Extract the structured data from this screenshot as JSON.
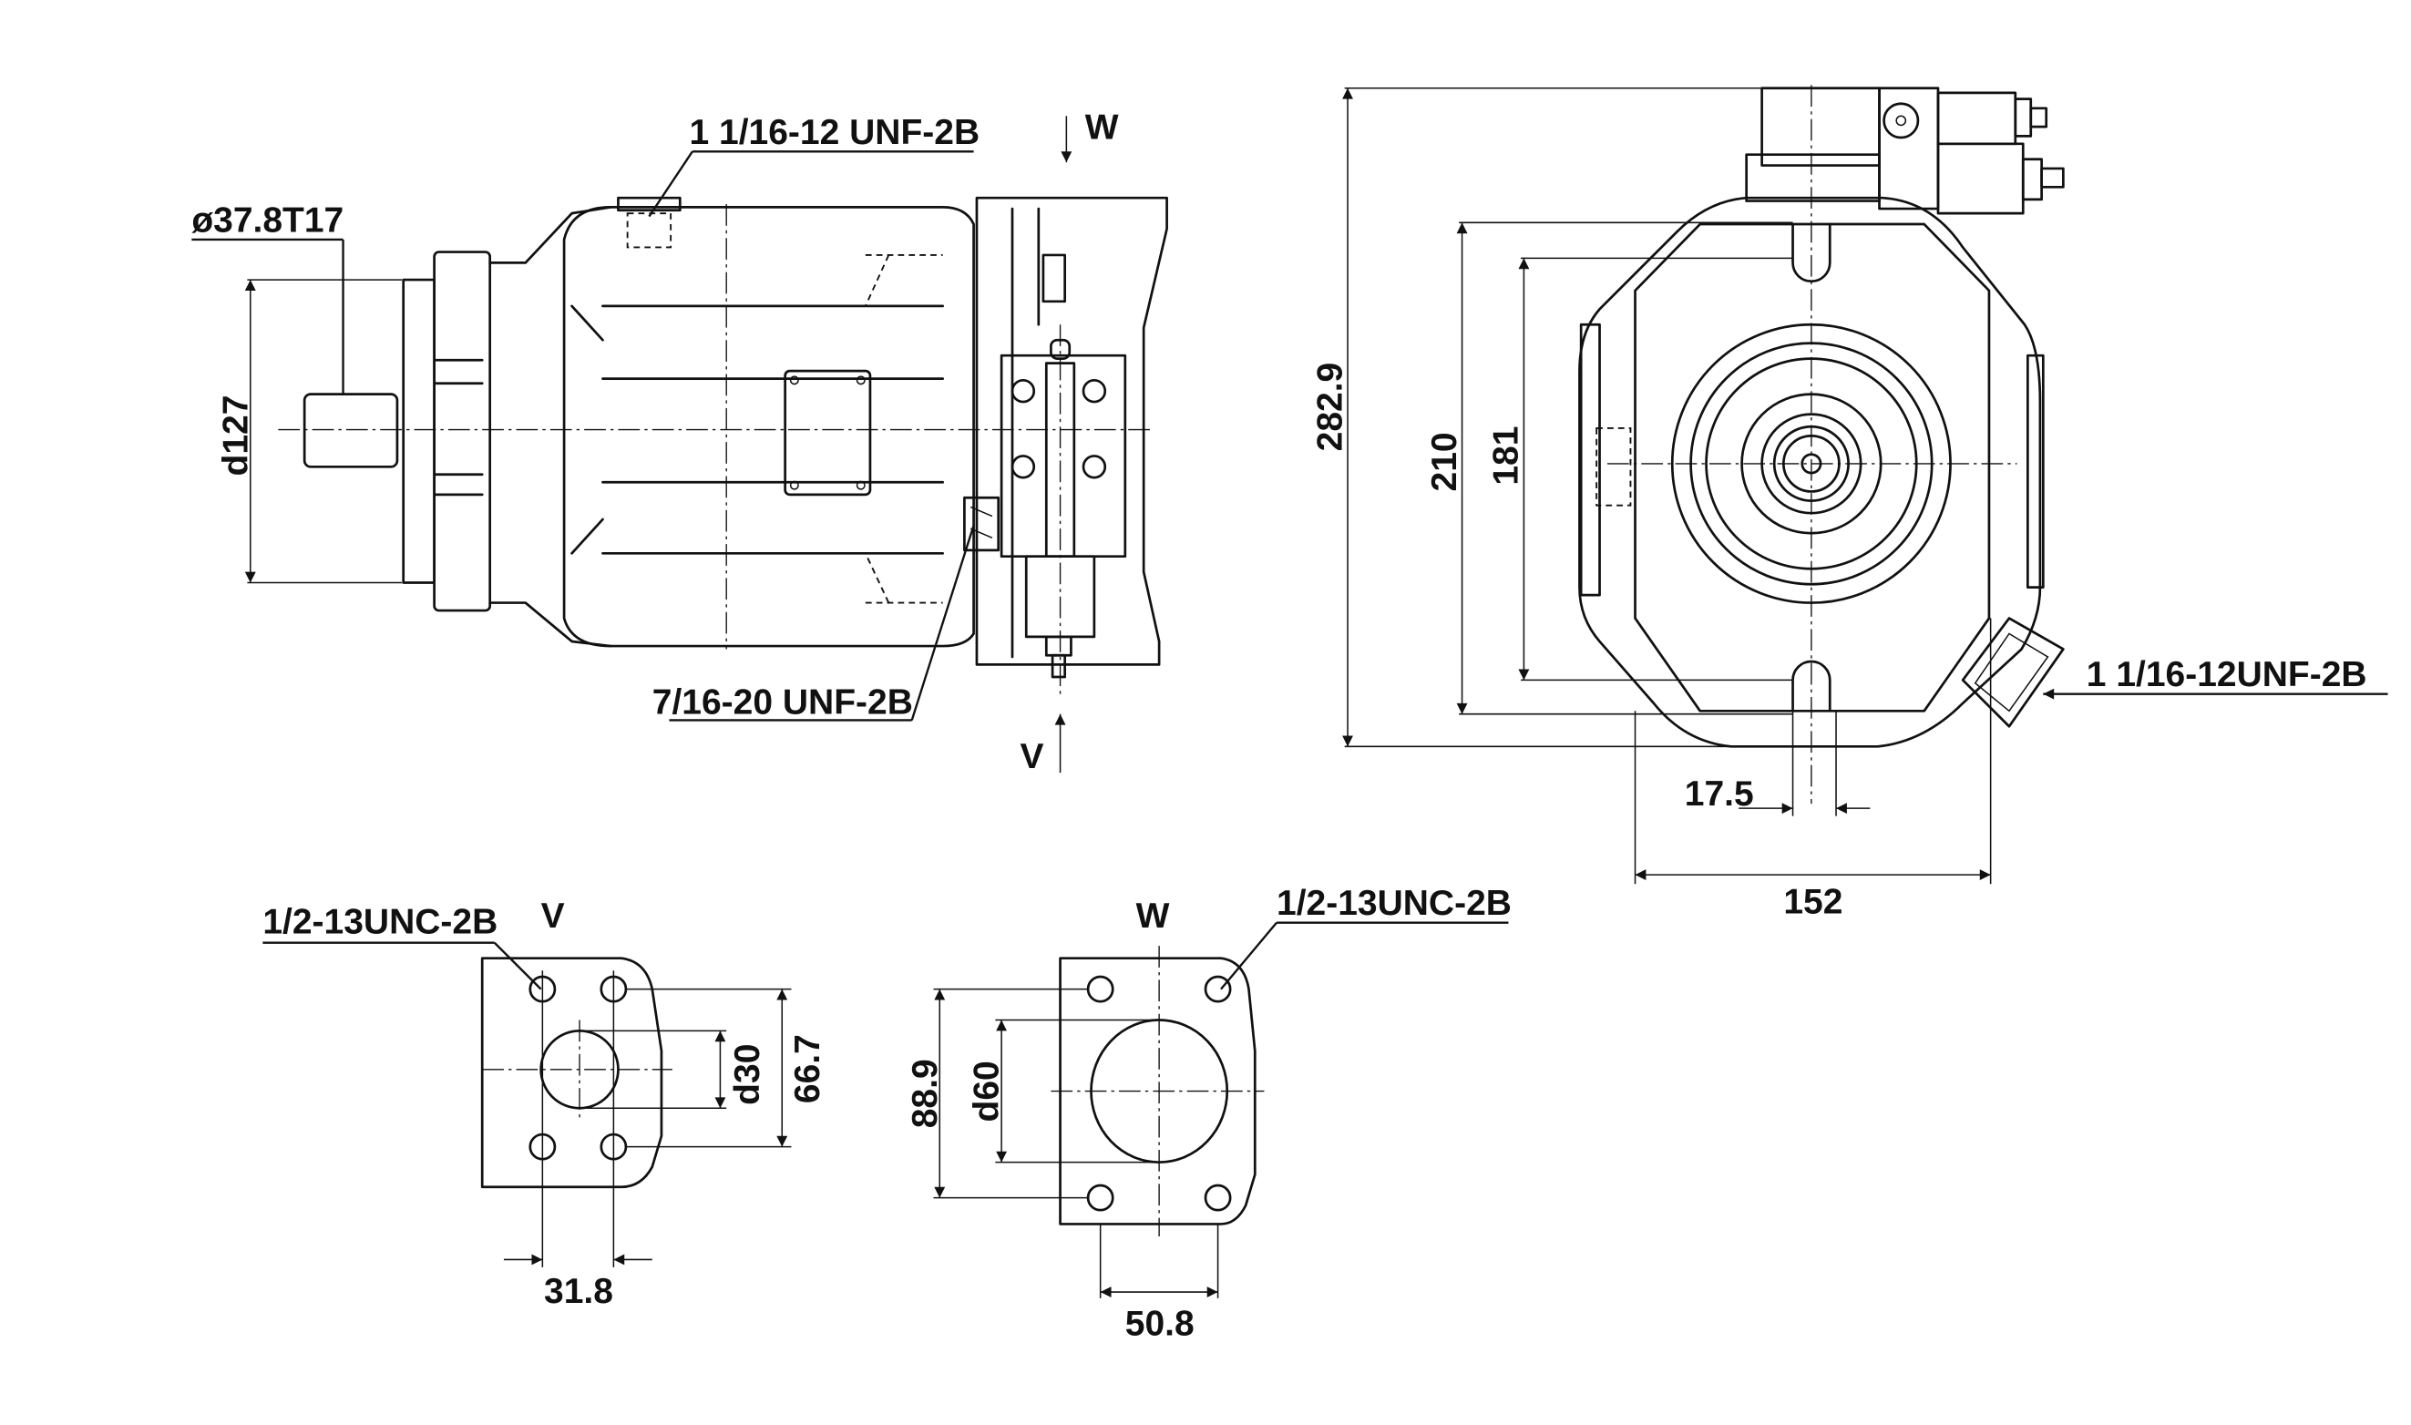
{
  "drawing": {
    "title": "Hydraulic axial piston pump dimensional drawing",
    "side_view": {
      "port_top_thread": "1 1/16-12 UNF-2B",
      "shaft_spline": "ø37.8T17",
      "pilot_diameter": "d127",
      "gauge_port_thread": "7/16-20 UNF-2B",
      "view_w_marker": "W",
      "view_v_marker": "V"
    },
    "front_view": {
      "overall_height": "282.9",
      "bolt_spacing_outer": "210",
      "bolt_spacing_inner": "181",
      "slot_width": "17.5",
      "overall_width": "152",
      "side_port_thread": "1 1/16-12UNF-2B"
    },
    "flange_v": {
      "title": "V",
      "bolt_thread": "1/2-13UNC-2B",
      "bore_diameter": "d30",
      "bolt_spacing_vertical": "66.7",
      "bolt_spacing_horizontal": "31.8"
    },
    "flange_w": {
      "title": "W",
      "bolt_thread": "1/2-13UNC-2B",
      "bore_diameter": "d60",
      "bolt_spacing_vertical": "88.9",
      "bolt_spacing_horizontal": "50.8"
    }
  }
}
